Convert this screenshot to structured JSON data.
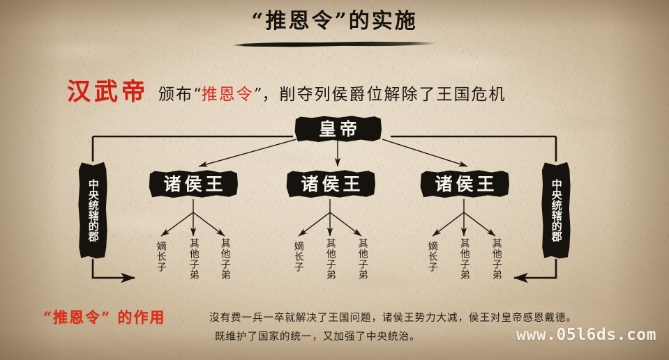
{
  "slide": {
    "title": "“推恩令”的实施",
    "background_color": "#e4d7c2",
    "ink_color": "#16120e",
    "accent_red": "#d41f10"
  },
  "subtitle": {
    "emperor": "汉武帝",
    "verb": "颁布",
    "quote_open": "“",
    "decree": "推恩令",
    "quote_close": "”",
    "tail": "，削夺列侯爵位解除了王国危机"
  },
  "diagram": {
    "emperor_box": "皇帝",
    "central_commandery_left": "中央统辖的郡",
    "central_commandery_right": "中央统辖的郡",
    "vassal_boxes": [
      {
        "label": "诸侯王"
      },
      {
        "label": "诸侯王"
      },
      {
        "label": "诸侯王"
      }
    ],
    "heirs": [
      {
        "eldest": "嫡长子",
        "other1": "其他子弟",
        "other2": "其他子弟"
      },
      {
        "eldest": "嫡长子",
        "other1": "其他子弟",
        "other2": "其他子弟"
      },
      {
        "eldest": "嫡长子",
        "other1": "其他子弟",
        "other2": "其他子弟"
      }
    ]
  },
  "effect": {
    "heading": "“推恩令” 的作用",
    "line1": "沒有费一兵一卒就解决了王国问题，诸侯王势力大减，侯王对皇帝感恩戴德。",
    "line2": "既维护了国家的统一，又加强了中央统治。"
  },
  "watermark": "www.05l6ds.com"
}
